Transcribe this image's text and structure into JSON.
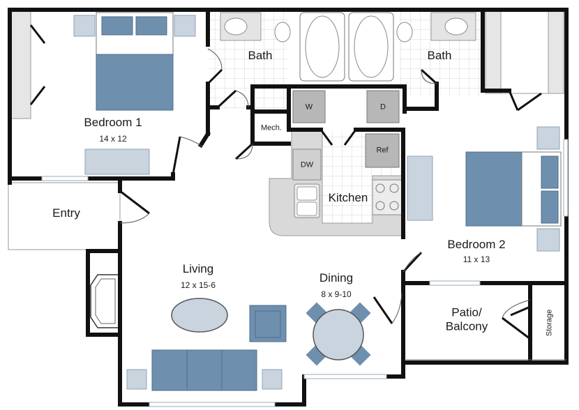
{
  "rooms": {
    "bedroom1": {
      "name": "Bedroom 1",
      "size": "14 x 12"
    },
    "bedroom2": {
      "name": "Bedroom 2",
      "size": "11 x 13"
    },
    "bath_left": {
      "name": "Bath"
    },
    "bath_right": {
      "name": "Bath"
    },
    "mech": {
      "name": "Mech."
    },
    "kitchen": {
      "name": "Kitchen"
    },
    "entry": {
      "name": "Entry"
    },
    "living": {
      "name": "Living",
      "size": "12 x 15-6"
    },
    "dining": {
      "name": "Dining",
      "size": "8 x 9-10"
    },
    "patio": {
      "name_line1": "Patio/",
      "name_line2": "Balcony"
    },
    "storage": {
      "name": "Storage"
    }
  },
  "appliances": {
    "washer": "W",
    "dryer": "D",
    "dishwasher": "DW",
    "refrigerator": "Ref"
  },
  "colors": {
    "wall": "#111111",
    "furniture_blue": "#6f8fae",
    "furniture_light": "#c9d4de",
    "appliance_gray": "#b7b7b7",
    "counter": "#d9d9d9",
    "tile_line": "#d6d6d6",
    "window": "#9ca9b4"
  }
}
